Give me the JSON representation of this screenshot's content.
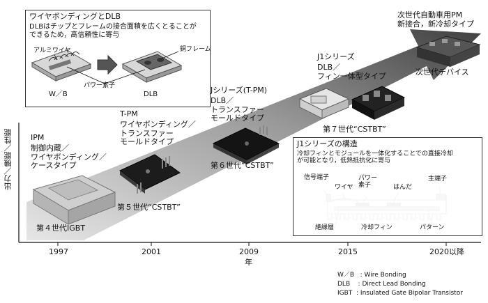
{
  "y_axis_label": "出力／機能／性能",
  "x_axis_title": "年",
  "years": [
    "1997",
    "2001",
    "2009",
    "2015",
    "2020以降"
  ],
  "stages": {
    "ipm": {
      "title": "IPM",
      "desc": "制御内蔵／\nワイヤボンディング／\nケースタイプ",
      "gen": "第４世代IGBT"
    },
    "tpm": {
      "title": "T-PM",
      "desc": "ワイヤボンディング／\nトランスファー\nモールドタイプ",
      "gen": "第５世代“CSTBT”"
    },
    "jseries": {
      "title": "Jシリーズ(T-PM)",
      "desc": "DLB／\nトランスファー\nモールドタイプ",
      "gen": "第６世代“CSTBT”"
    },
    "j1": {
      "title": "J1シリーズ",
      "desc": "DLB／\nフィン一体型タイプ",
      "gen": "第７世代“CSTBT”"
    },
    "next": {
      "title": "次世代自動車用PM\n新接合，新冷却タイプ",
      "gen": "次世代デバイス"
    }
  },
  "dlb_box": {
    "title": "ワイヤボンディングとDLB",
    "desc": "DLBはチップとフレームの接合面積を広くとることが\nできるため，高信頼性に寄与",
    "label_wire": "アルミワイヤ",
    "label_frame": "銅フレーム",
    "label_power": "パワー素子",
    "label_wb": "W／B",
    "label_dlb": "DLB"
  },
  "j1_box": {
    "title": "J1シリーズの構造",
    "desc": "冷却フィンとモジュールを一体化することでの直接冷却\nが可能となり，低熱抵抗化に寄与",
    "label_signal": "信号端子",
    "label_wire": "ワイヤ",
    "label_power": "パワー\n素子",
    "label_solder": "はんだ",
    "label_main": "主端子",
    "label_insul": "絶縁層",
    "label_fin": "冷却フィン",
    "label_pattern": "パターン"
  },
  "legend": [
    "W／B   : Wire Bonding",
    "DLB    : Direct Lead Bonding",
    "IGBT  : Insulated Gate Bipolar Transistor"
  ]
}
